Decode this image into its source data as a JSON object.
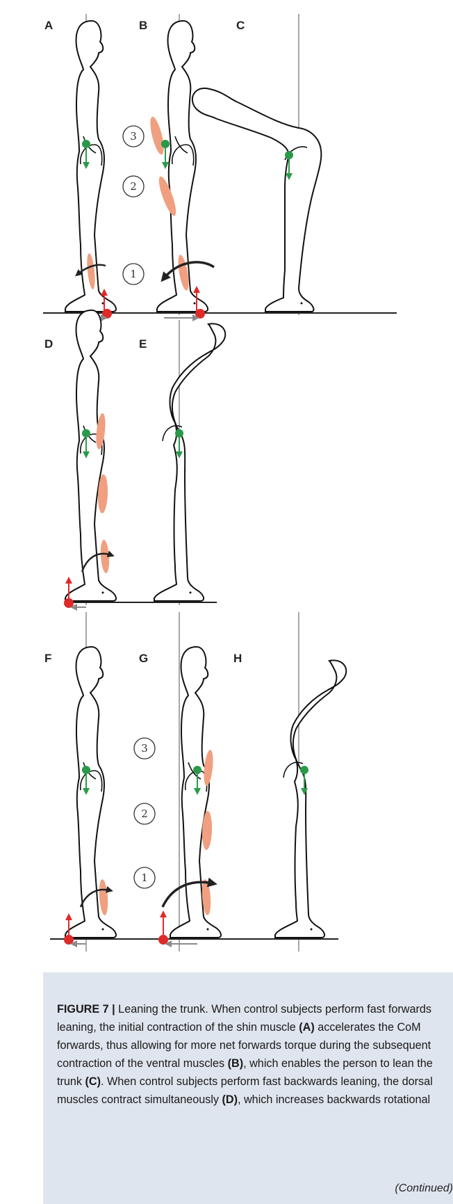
{
  "panels": [
    "A",
    "B",
    "C",
    "D",
    "E",
    "F",
    "G",
    "H"
  ],
  "step_numbers": [
    "1",
    "2",
    "3"
  ],
  "caption": {
    "label": "FIGURE 7 |",
    "segments": [
      {
        "t": " Leaning the trunk. When control subjects perform fast forwards leaning, the initial contraction of the shin muscle ",
        "b": false
      },
      {
        "t": "(A)",
        "b": true
      },
      {
        "t": " accelerates the CoM forwards, thus allowing for more net forwards torque during the subsequent contraction of the ventral muscles ",
        "b": false
      },
      {
        "t": "(B)",
        "b": true
      },
      {
        "t": ", which enables the person to lean the trunk ",
        "b": false
      },
      {
        "t": "(C)",
        "b": true
      },
      {
        "t": ". When control subjects perform fast backwards leaning, the dorsal muscles contract simultaneously ",
        "b": false
      },
      {
        "t": "(D)",
        "b": true
      },
      {
        "t": ", which increases backwards rotational",
        "b": false
      }
    ],
    "continued": "(Continued)"
  },
  "colors": {
    "outline": "#111111",
    "muscle": "#f0a080",
    "com": "#2a9a4a",
    "force": "#e02a2a",
    "shear": "#8a8a8a",
    "torque": "#222222",
    "plumb": "#a8a8a8",
    "caption_bg": "#dfe5ee"
  }
}
